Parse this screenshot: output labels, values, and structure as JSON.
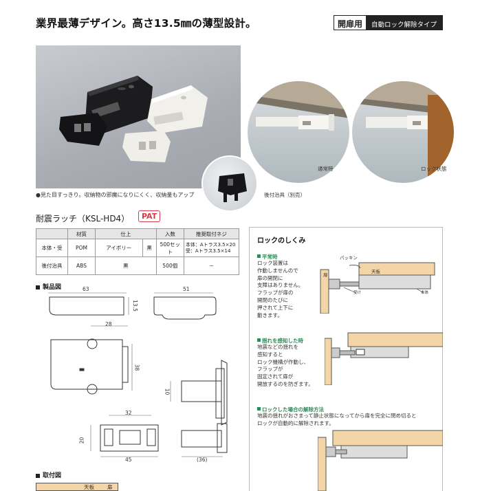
{
  "header": {
    "headline": "業界最薄デザイン。高さ13.5㎜の薄型設計。",
    "tag_main": "開扉用",
    "tag_sub": "自動ロック解除タイプ"
  },
  "photos": {
    "caption_main": "●見た目すっきり。収納物の邪魔になりにくく、収納量もアップ",
    "caption_normal": "通常時",
    "caption_locked": "ロック状態",
    "caption_jig": "後付治具（別売）"
  },
  "product": {
    "title": "耐震ラッチ（KSL-HD4）",
    "pat": "PAT"
  },
  "spec_table": {
    "headers": [
      "",
      "材質",
      "仕上",
      "",
      "入数",
      "推奨取付ネジ"
    ],
    "rows": [
      {
        "name": "本体・受",
        "material": "POM",
        "finish_a": "アイボリー",
        "finish_b": "黒",
        "qty": "500セット",
        "screw_1": "本体：Aトラス3.5×20",
        "screw_2": "受：Aトラス3.5×14"
      },
      {
        "name": "後付治具",
        "material": "ABS",
        "finish": "黒",
        "qty": "500個",
        "screw": "－"
      }
    ]
  },
  "sections": {
    "product_drawing": "製品図",
    "mount_drawing": "取付図",
    "mount_label_1": "天板",
    "mount_label_2": "扉"
  },
  "dimensions": {
    "d63": "63",
    "d13_5": "13.5",
    "d51": "51",
    "d28": "28",
    "d38": "38",
    "d10": "10",
    "d32": "32",
    "d20": "20",
    "d45": "45",
    "d36": "(36)"
  },
  "lock": {
    "title": "ロックのしくみ",
    "normal_head": "平常時",
    "normal_lines": [
      "ロック装置は",
      "作動しませんので",
      "扉の開閉に",
      "支障はありません。",
      "フラップが扉の",
      "開閉のたびに",
      "押されて上下に",
      "動きます。"
    ],
    "label_packing": "パッキン",
    "label_top": "天板",
    "label_door": "扉",
    "label_receiver": "受け",
    "label_body": "本体",
    "quake_head": "揺れを感知した時",
    "quake_lines": [
      "地震などの揺れを",
      "感知すると",
      "ロック機構が作動し、",
      "フラップが",
      "固定されて扉が",
      "開放するのを防ぎます。"
    ],
    "release_head": "ロックした場合の解除方法",
    "release_lines": [
      "地震の揺れがおさまって静止状態になってから扉を完全に閉め切ると",
      "ロックが自動的に解除されます。"
    ]
  },
  "colors": {
    "pat_red": "#d63a4a",
    "lock_green": "#2e8a57",
    "wood": "#f3d5a8"
  }
}
